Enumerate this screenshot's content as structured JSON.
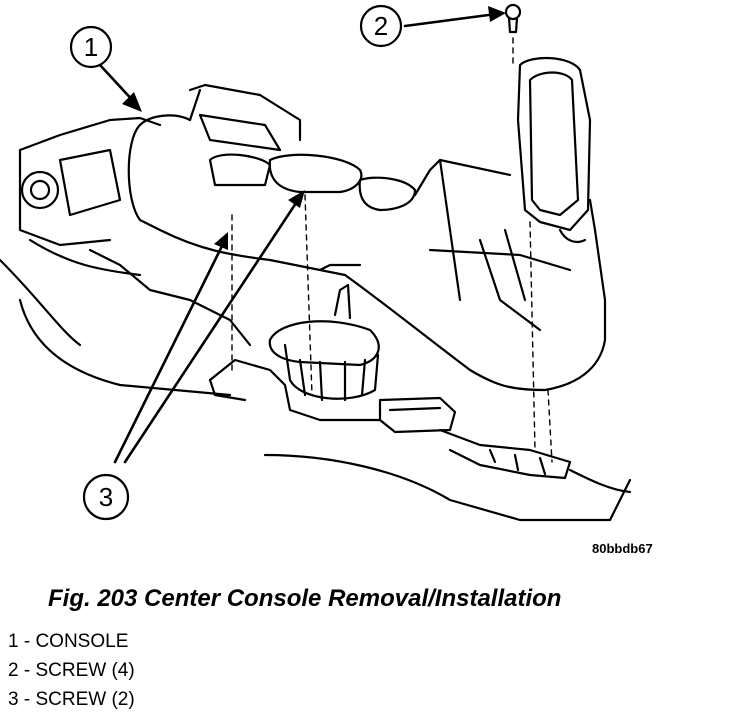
{
  "figure": {
    "callouts": [
      {
        "number": "1"
      },
      {
        "number": "2"
      },
      {
        "number": "3"
      }
    ],
    "image_code": "80bbdb67",
    "caption": "Fig. 203 Center Console Removal/Installation",
    "legend": [
      {
        "text": "1 - CONSOLE"
      },
      {
        "text": "2 - SCREW (4)"
      },
      {
        "text": "3 - SCREW (2)"
      }
    ]
  }
}
